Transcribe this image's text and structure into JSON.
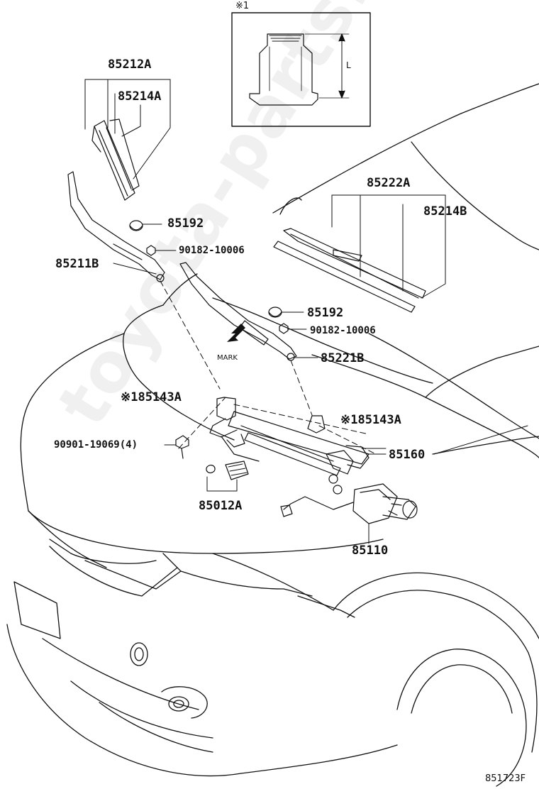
{
  "watermark": "toyota-parts.ru",
  "detail_box": {
    "note": "※1",
    "dimension": "L"
  },
  "labels": {
    "p85212A": "85212A",
    "p85214A": "85214A",
    "p85192_upper": "85192",
    "p90182_upper": "90182-10006",
    "p85211B": "85211B",
    "p85222A": "85222A",
    "p85214B": "85214B",
    "p85192_lower": "85192",
    "p90182_lower": "90182-10006",
    "mark": "MARK",
    "p85221B": "85221B",
    "p85143A_left": "※185143A",
    "p85143A_right": "※185143A",
    "p90901": "90901-19069(4)",
    "p85160": "85160",
    "p85012A": "85012A",
    "p85110": "85110"
  },
  "figure_ref": "851723F"
}
